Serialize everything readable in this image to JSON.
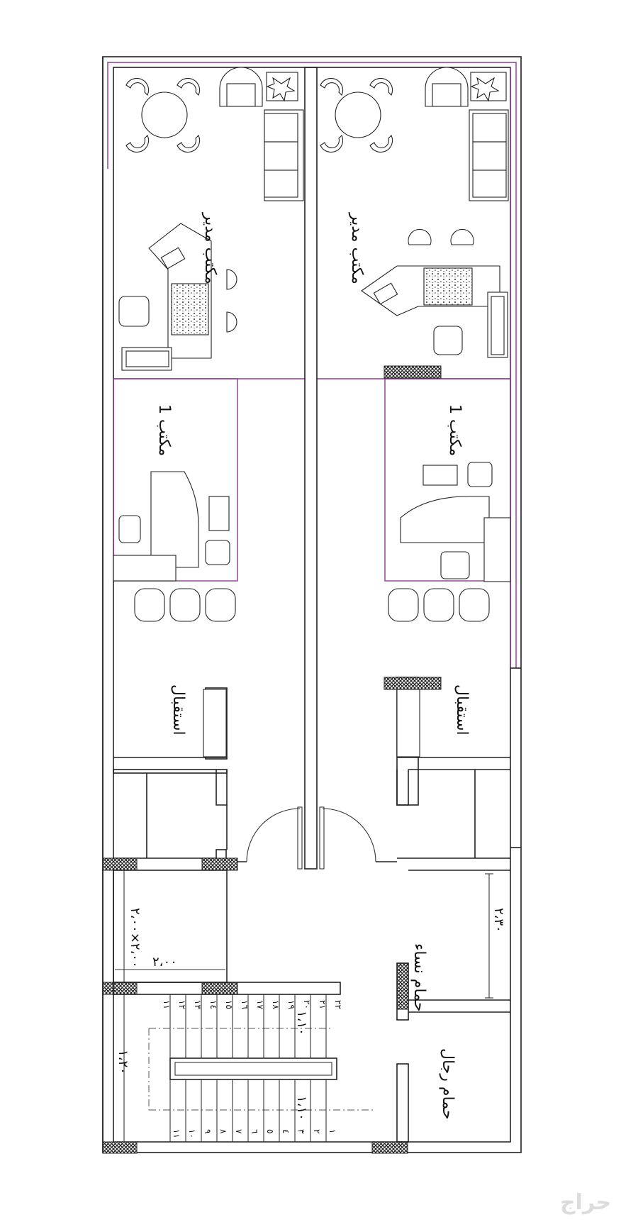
{
  "rooms": {
    "manager_left": "مكتب مدير",
    "manager_right": "مكتب مدير",
    "office1_left": "مكتب 1",
    "office1_right": "مكتب 1",
    "reception_left": "استقبال",
    "reception_right": "استقبال",
    "bath_women": "حمام نساء",
    "bath_men": "حمام رجال"
  },
  "dimensions": {
    "elevator_size": "٢،٠٠×٢،٠٠",
    "elevator_width": "٢،٠٠",
    "bath_height": "٢،٣٠",
    "stair_flight_top": "١،١٠",
    "stair_flight_bottom": "١،١٠",
    "stair_landing": "١،٢٠"
  },
  "stairs": {
    "upper_steps": [
      "٢٢",
      "٢١",
      "٢٠",
      "١٩",
      "١٨",
      "١٧",
      "١٦",
      "١٥",
      "١٤",
      "١٣",
      "١٢",
      "١١"
    ],
    "lower_steps": [
      "١",
      "٢",
      "٣",
      "٤",
      "٥",
      "٦",
      "٧",
      "٨",
      "٩",
      "١٠",
      "١١"
    ]
  },
  "watermark": "حراج",
  "colors": {
    "wall": "#222222",
    "partition": "#8b3a8f",
    "background": "#ffffff"
  }
}
